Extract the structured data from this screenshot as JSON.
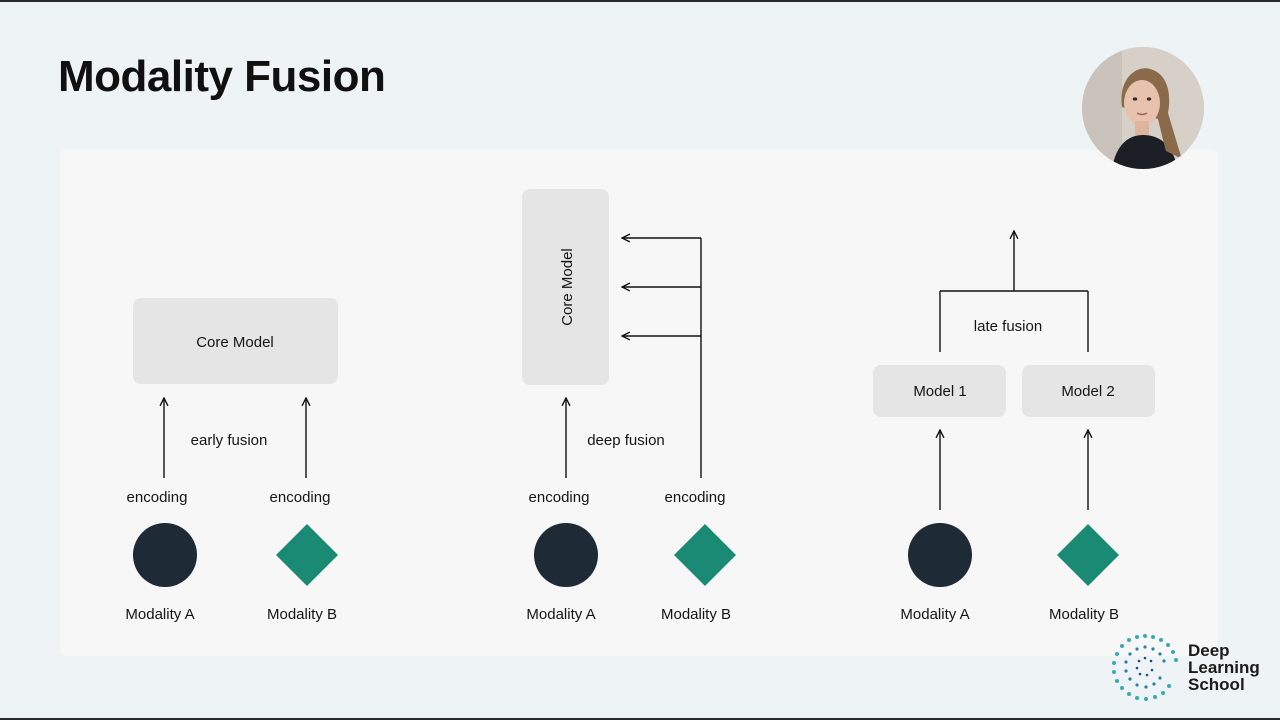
{
  "slide": {
    "title": "Modality Fusion"
  },
  "diagram": {
    "early": {
      "core_label": "Core Model",
      "fusion_label": "early fusion",
      "encoding_a": "encoding",
      "encoding_b": "encoding",
      "modality_a": "Modality A",
      "modality_b": "Modality B"
    },
    "deep": {
      "core_label": "Core Model",
      "fusion_label": "deep fusion",
      "encoding_a": "encoding",
      "encoding_b": "encoding",
      "modality_a": "Modality A",
      "modality_b": "Modality B"
    },
    "late": {
      "model1_label": "Model 1",
      "model2_label": "Model 2",
      "fusion_label": "late fusion",
      "modality_a": "Modality A",
      "modality_b": "Modality B"
    }
  },
  "logo": {
    "line1": "Deep",
    "line2": "Learning",
    "line3": "School"
  },
  "colors": {
    "modality_a": "#1f2a37",
    "modality_b": "#1a8a74",
    "box": "#e5e5e5",
    "background": "#eef3f5"
  }
}
